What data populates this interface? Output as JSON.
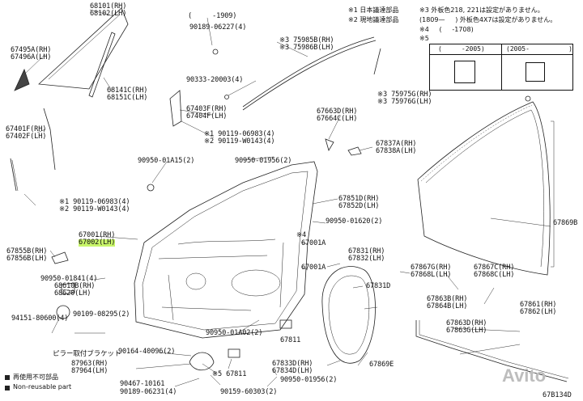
{
  "notes": {
    "n1": "※1 日本議達部品",
    "n2": "※2 現地議達部品",
    "n3a": "※3 外板色218, 221は設定がありません。",
    "n3b": "(1809—     ) 外板色4X7は設定がありません。",
    "n4a": "※4     (     -1708)",
    "n5": "※5"
  },
  "variant_table": {
    "col1": "(     -2005)",
    "col2": "(2005-          )"
  },
  "top_range": "(     -1909)",
  "parts": {
    "p68101": "68101(RH)\n68102(LH)",
    "p90189_06227": "90189-06227(4)",
    "p75985": "※3 75985B(RH)\n※3 75986B(LH)",
    "p67495": "67495A(RH)\n67496A(LH)",
    "p90333": "90333-20003(4)",
    "p75975": "※3 75975G(RH)\n※3 75976G(LH)",
    "p68141": "68141C(RH)\n68151C(LH)",
    "p67403": "67403F(RH)\n67404F(LH)",
    "p67663": "67663D(RH)\n67664C(LH)",
    "p67401": "67401F(RH)\n67402F(LH)",
    "p90119_a": "※1 90119-06983(4)\n※2 90119-W0143(4)",
    "p67837": "67837A(RH)\n67838A(LH)",
    "p90950_01a15": "90950-01A15(2)",
    "p90950_01956_top": "90950-01956(2)",
    "p90119_b": "※1 90119-06983(4)\n※2 90119-W0143(4)",
    "p67851": "67851D(RH)\n67852D(LH)",
    "p90950_01620": "90950-01620(2)",
    "star4": "※4",
    "p67001a_1": "67001A",
    "p67001": "67001(RH)",
    "p67002": "67002(LH)",
    "p67855": "67855B(RH)\n67856B(LH)",
    "p67001a_2": "67001A",
    "p67831": "67831(RH)\n67832(LH)",
    "p90950_01841": "90950-01841(4)",
    "p68610": "68610B(RH)\n68620(LH)",
    "p67831d": "67831D",
    "p67867g": "67867G(RH)\n67868L(LH)",
    "p67867c": "67867C(RH)\n67868C(LH)",
    "p67869b": "67869B",
    "p90109": "90109-08295(2)",
    "p94151": "94151-80600(4)",
    "p90950_01a02": "90950-01A02(2)",
    "p67811_a": "67811",
    "p67863b": "67863B(RH)\n67864B(LH)",
    "p67861": "67861(RH)\n67862(LH)",
    "p67863d": "67863D(RH)\n67863G(LH)",
    "pillar": "ピラー取付ブラケット",
    "p90164": "90164-40096(2)",
    "p87963": "87963(RH)\n87964(LH)",
    "p67811_b": "※5 67811",
    "p67833": "67833D(RH)\n67834D(LH)",
    "p90950_01956_bot": "90950-01956(2)",
    "p67869e": "67869E",
    "p90467": "90467-10161",
    "p90189_06231": "90189-06231(4)",
    "p90159": "90159-60303(2)"
  },
  "legend": {
    "jp": "再使用不可部品",
    "en": "Non-reusable part"
  },
  "diagram_code": "67B134D",
  "watermark": "Avito"
}
